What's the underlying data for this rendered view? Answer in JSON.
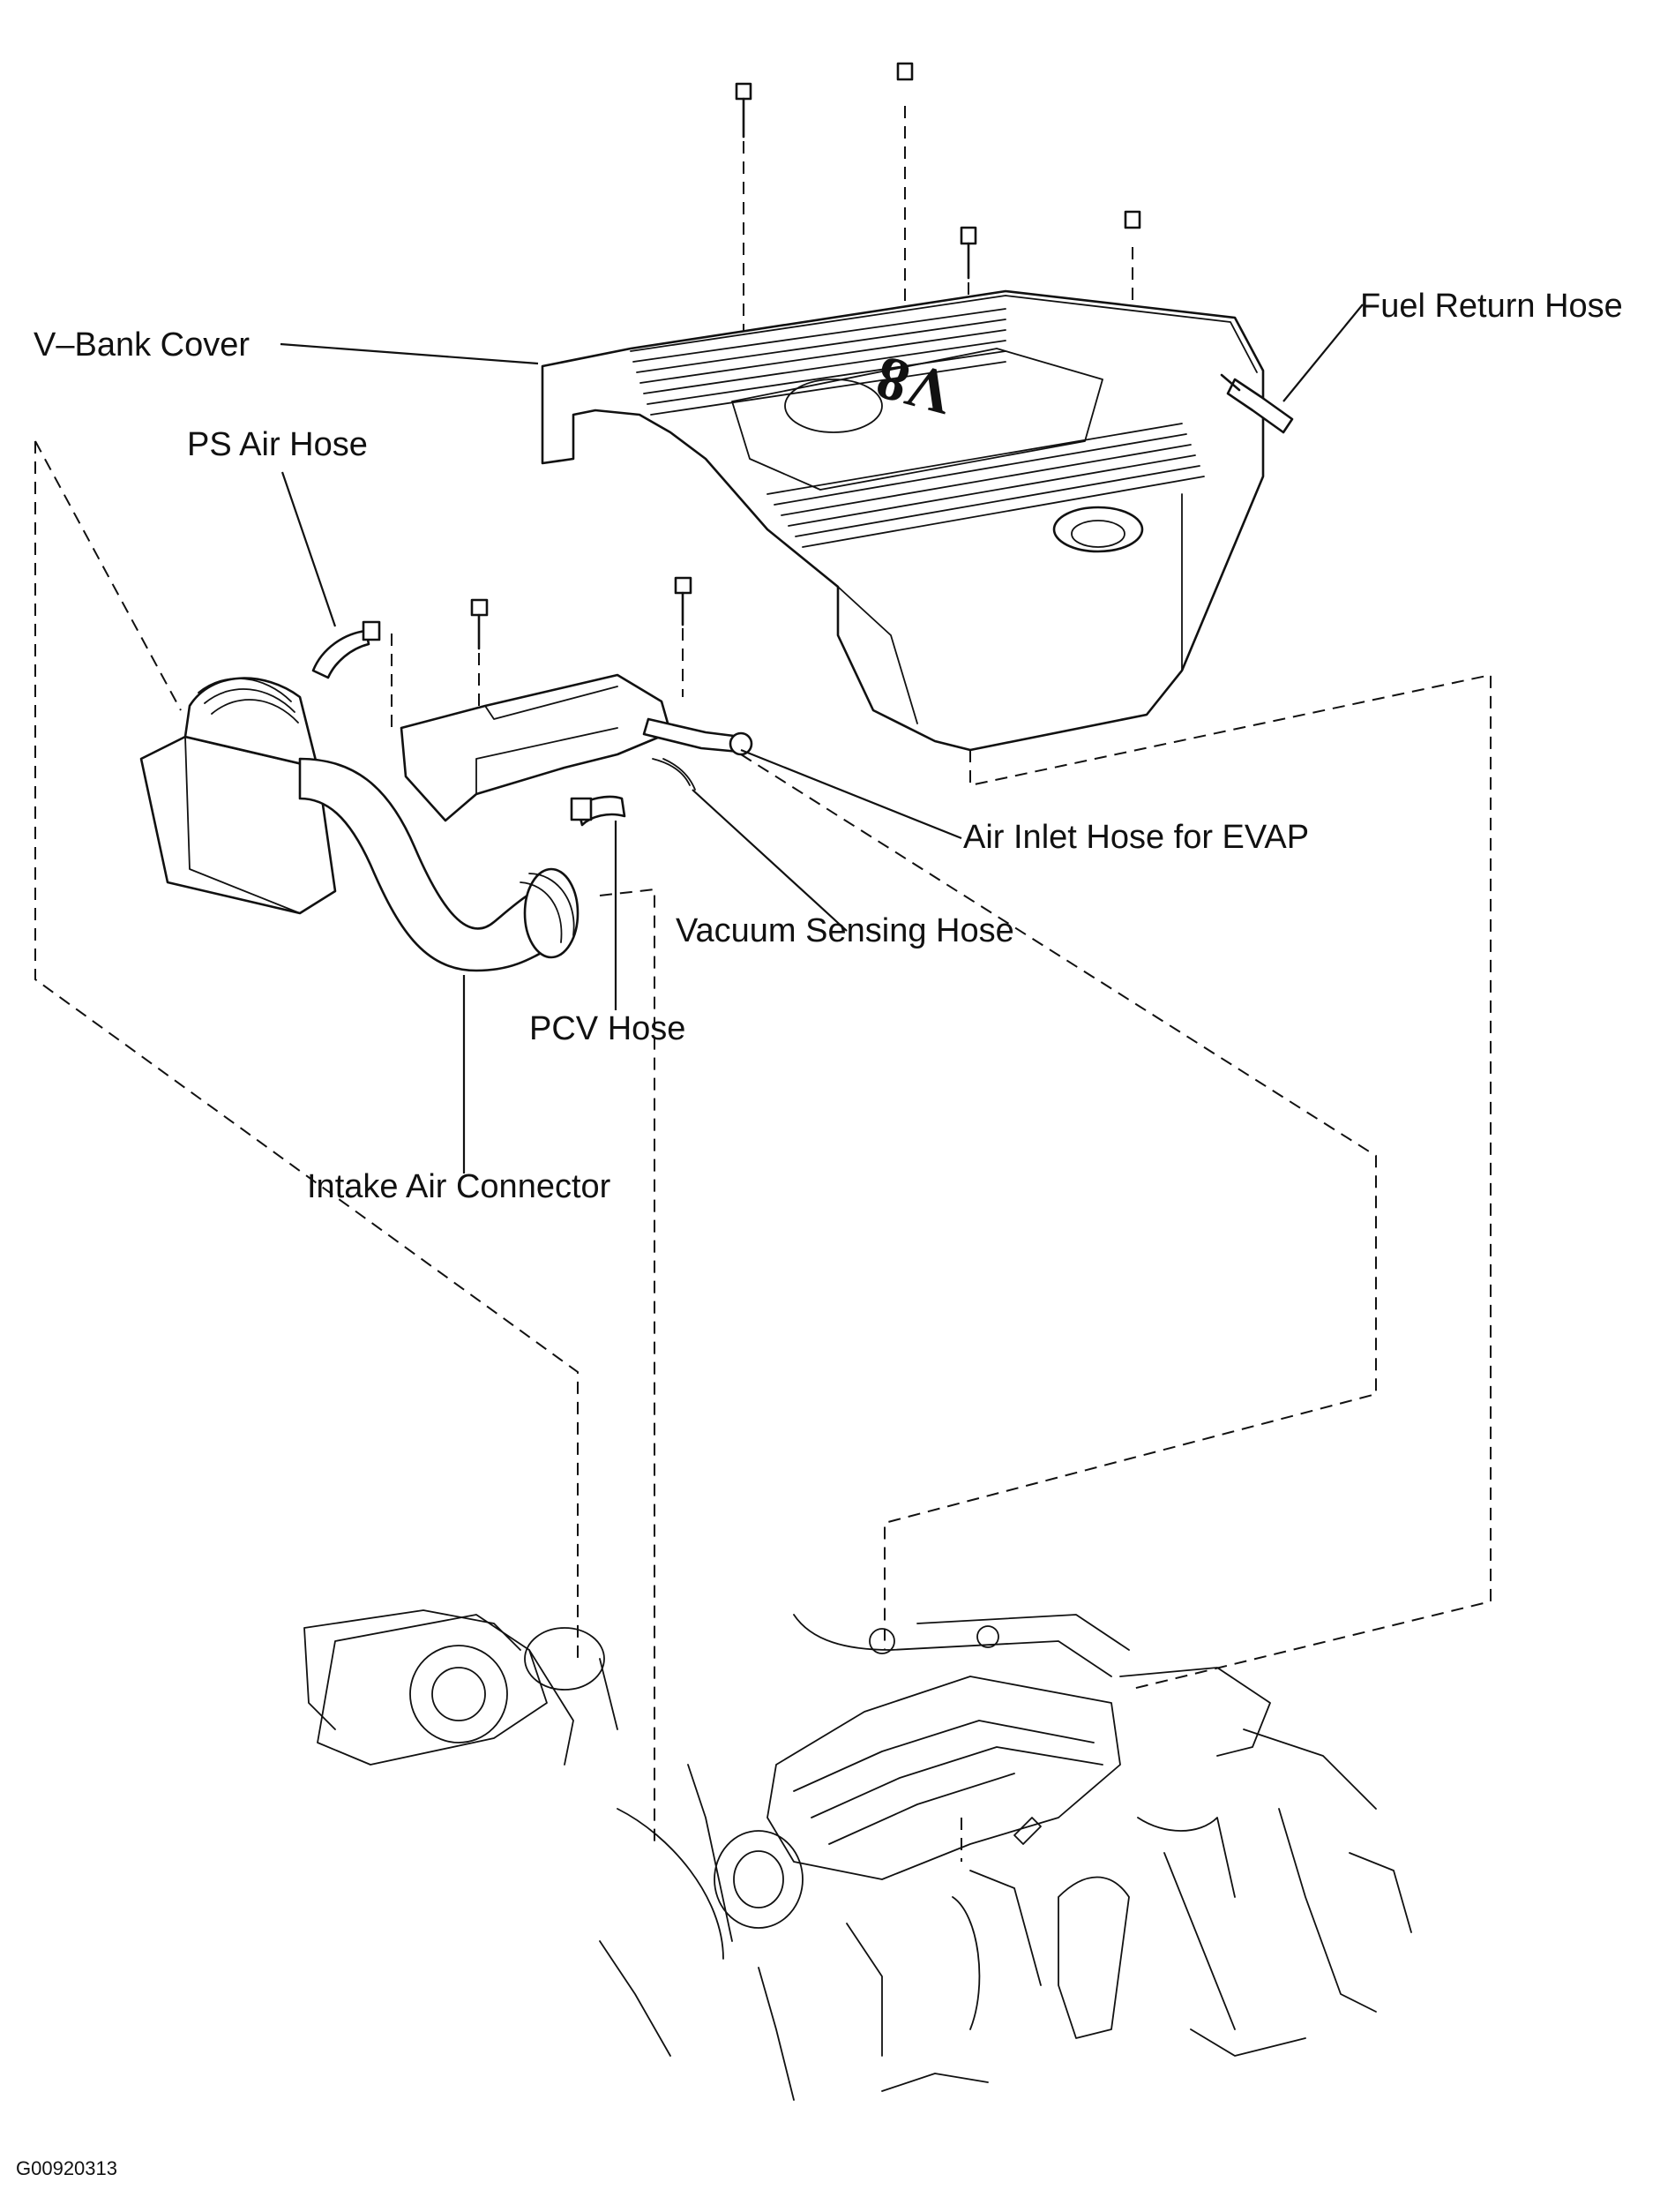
{
  "labels": {
    "v_bank_cover": "V–Bank Cover",
    "fuel_return_hose": "Fuel Return Hose",
    "ps_air_hose": "PS Air Hose",
    "air_inlet_hose_evap": "Air Inlet Hose for EVAP",
    "vacuum_sensing_hose": "Vacuum Sensing Hose",
    "pcv_hose": "PCV Hose",
    "intake_air_connector": "Intake Air Connector"
  },
  "figure_code": "G00920313"
}
